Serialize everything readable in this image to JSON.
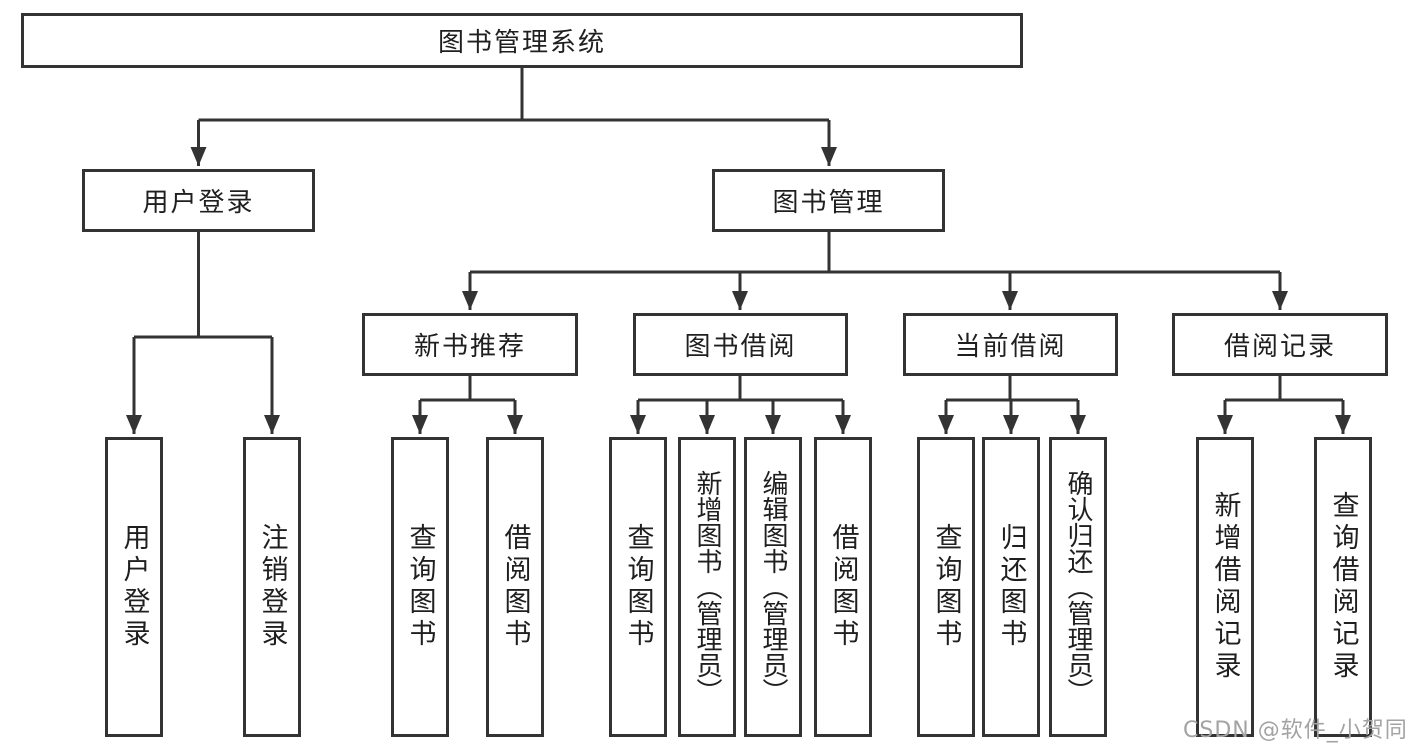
{
  "diagram": {
    "root": "图书管理系统",
    "branches": [
      {
        "label": "用户登录",
        "children": [
          "用户登录",
          "注销登录"
        ]
      },
      {
        "label": "图书管理",
        "sections": [
          {
            "label": "新书推荐",
            "children": [
              "查询图书",
              "借阅图书"
            ]
          },
          {
            "label": "图书借阅",
            "children": [
              "查询图书",
              "新增图书（管理员）",
              "编辑图书（管理员）",
              "借阅图书"
            ]
          },
          {
            "label": "当前借阅",
            "children": [
              "查询图书",
              "归还图书",
              "确认归还（管理员）"
            ]
          },
          {
            "label": "借阅记录",
            "children": [
              "新增借阅记录",
              "查询借阅记录"
            ]
          }
        ]
      }
    ]
  },
  "watermark": {
    "text": "CSDN @软件_小贺同学"
  },
  "colors": {
    "line": "#333333",
    "text": "#1f1f1f",
    "watermark": "#a3a3a3",
    "background": "#ffffff"
  }
}
